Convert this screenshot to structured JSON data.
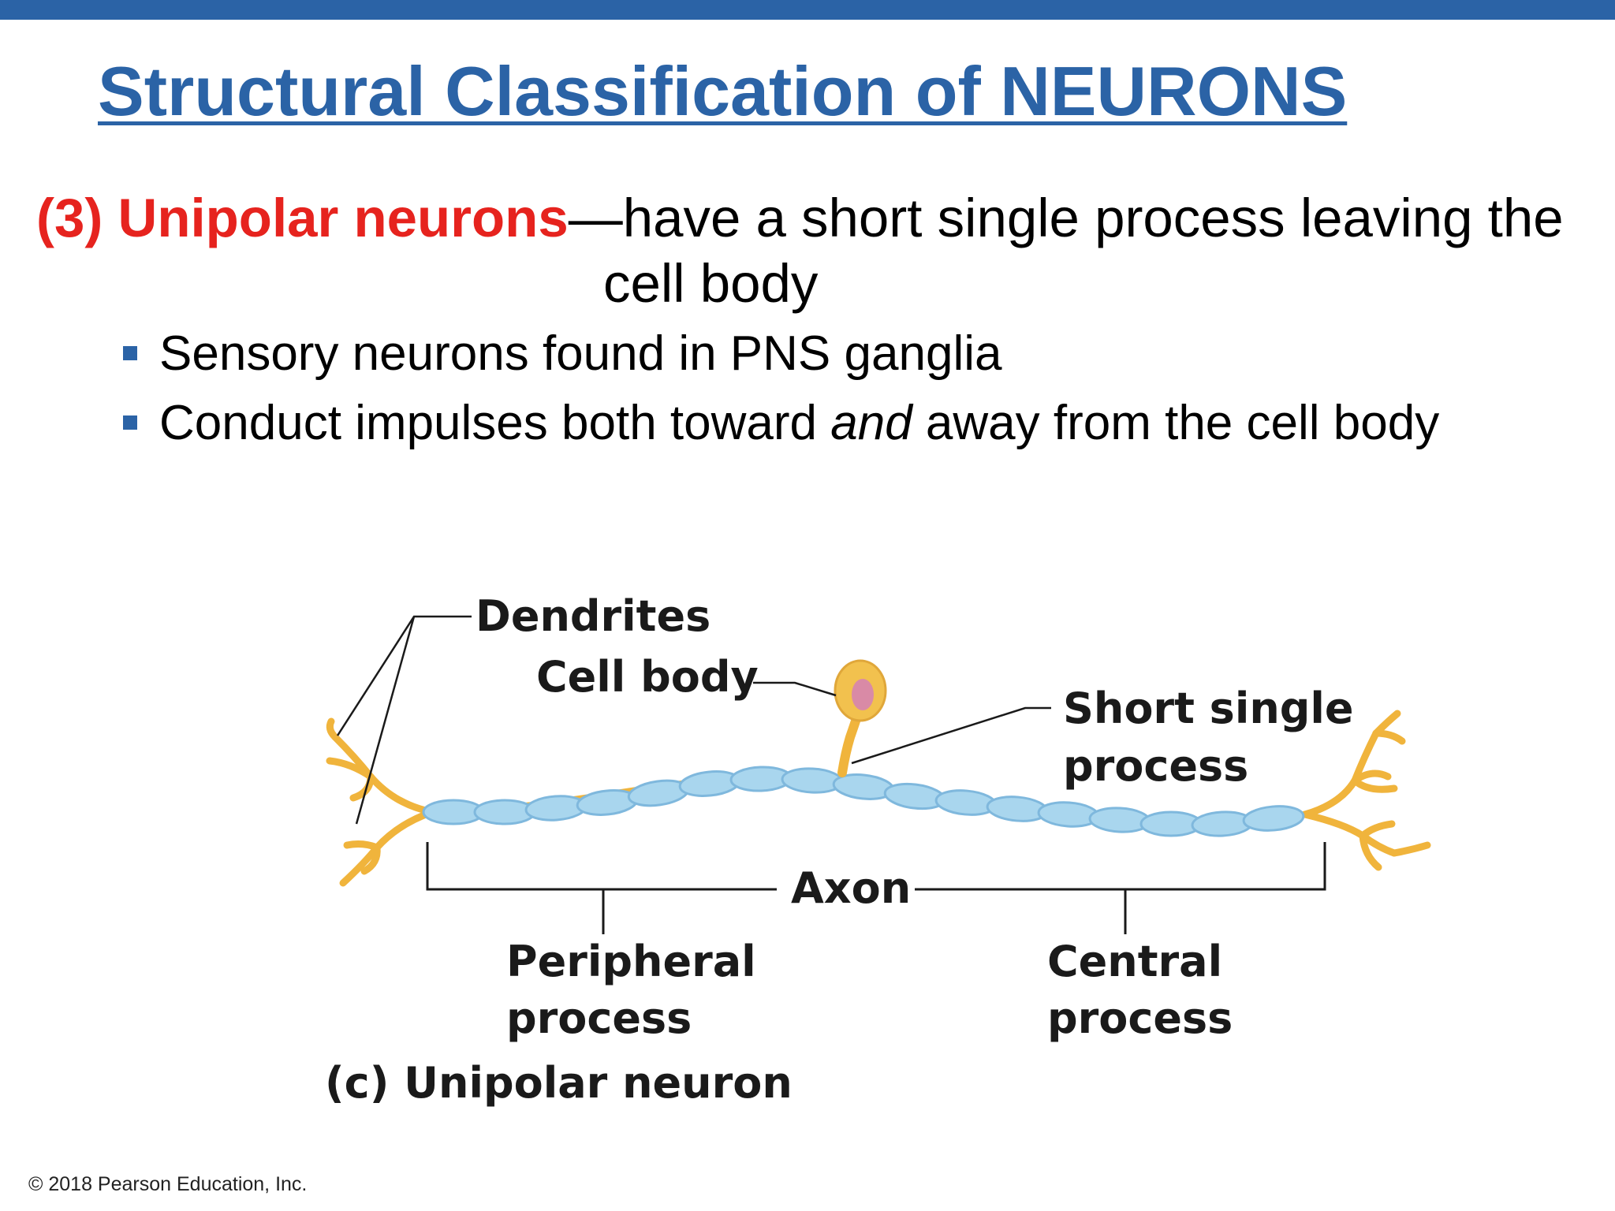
{
  "title": "Structural Classification of NEURONS",
  "definition": {
    "term": "(3) Unipolar neurons",
    "text_line1": "—have a short single process leaving the",
    "text_line2": "cell body"
  },
  "bullets": [
    {
      "text": "Sensory neurons found in PNS ganglia"
    },
    {
      "pre": "Conduct impulses both toward ",
      "emphasis": "and",
      "post": " away from the cell body"
    }
  ],
  "diagram": {
    "labels": {
      "dendrites": "Dendrites",
      "cell_body": "Cell body",
      "short_single_process_line1": "Short single",
      "short_single_process_line2": "process",
      "axon": "Axon",
      "peripheral_process_line1": "Peripheral",
      "peripheral_process_line2": "process",
      "central_process_line1": "Central",
      "central_process_line2": "process"
    },
    "caption": "(c) Unipolar neuron",
    "colors": {
      "myelin": "#a9d6ee",
      "myelin_outline": "#7fb8dd",
      "cell_body": "#f2c14e",
      "nucleus": "#d98aa6",
      "dendrite": "#f0b43c",
      "leader_line": "#1a1a1a"
    }
  },
  "footer": "© 2018 Pearson Education, Inc."
}
